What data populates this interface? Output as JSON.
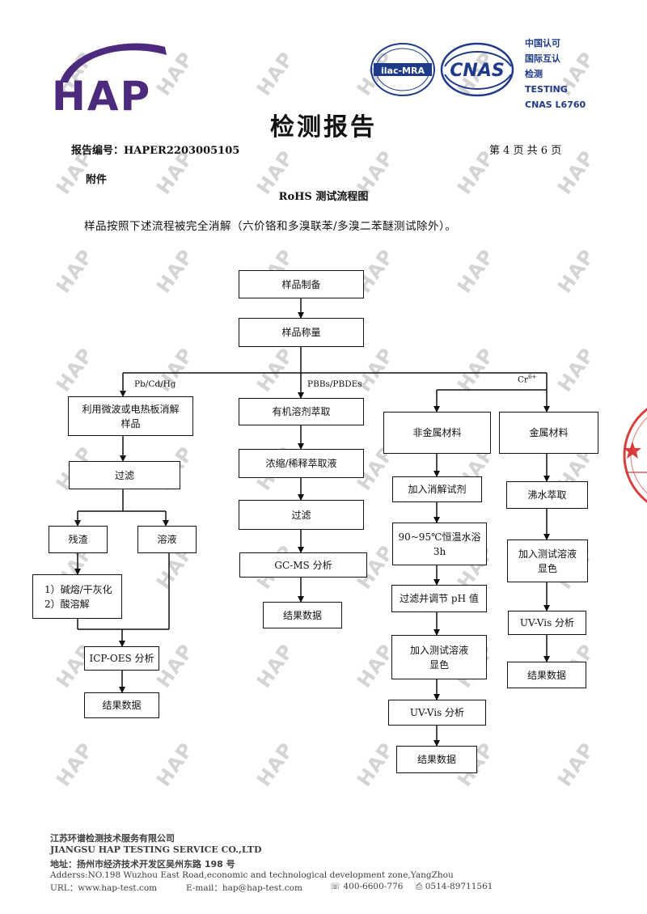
{
  "header": {
    "logo_text": "HAP",
    "cert_ilac": "ilac-MRA",
    "cert_cnas": "CNAS",
    "cert_lines": [
      "中国认可",
      "国际互认",
      "检测",
      "TESTING",
      "CNAS L6760"
    ],
    "watermark_text": "HAP"
  },
  "title": "检测报告",
  "report_no": "报告编号：HAPER2203005105",
  "page_no": "第 4 页 共 6 页",
  "attachment": "附件",
  "flow_title": "RoHS 测试流程图",
  "intro": "样品按照下述流程被完全消解（六价铬和多溴联苯/多溴二苯醚测试除外）。",
  "flowchart": {
    "sample_prep": "样品制备",
    "sample_weigh": "样品称量",
    "branch_labels": {
      "metals": "Pb/Cd/Hg",
      "brominated": "PBBs/PBDEs",
      "cr": "Cr",
      "cr_sup": "6+"
    },
    "pb": {
      "digest_line1": "利用微波或电热板消解",
      "digest_line2": "样品",
      "filter": "过滤",
      "residue": "残渣",
      "solution": "溶液",
      "residue_step1": "1）碱熔/干灰化",
      "residue_step2": "2）酸溶解",
      "analysis": "ICP-OES 分析",
      "result": "结果数据"
    },
    "pbb": {
      "extract": "有机溶剂萃取",
      "concentrate": "浓缩/稀释萃取液",
      "filter": "过滤",
      "analysis": "GC-MS 分析",
      "result": "结果数据"
    },
    "nonmetal": {
      "material": "非金属材料",
      "add_digest": "加入消解试剂",
      "bath_line1": "90~95℃恒温水浴",
      "bath_line2": "3h",
      "filter_ph": "过滤并调节 pH 值",
      "color_line1": "加入测试溶液",
      "color_line2": "显色",
      "analysis": "UV-Vis 分析",
      "result": "结果数据"
    },
    "metal": {
      "material": "金属材料",
      "boil": "沸水萃取",
      "color_line1": "加入测试溶液",
      "color_line2": "显色",
      "analysis": "UV-Vis 分析",
      "result": "结果数据"
    }
  },
  "footer": {
    "company": "江苏环谱检测技术服务有限公司",
    "company_en": "JIANGSU HAP TESTING SERVICE CO.,LTD",
    "address": "地址：扬州市经济技术开发区吴州东路 198 号",
    "address_en": "Adderss:NO.198 Wuzhou East Road,economic and technological development zone,YangZhou",
    "url": "URL：www.hap-test.com",
    "email": "E-mail：hap@hap-test.com",
    "tel": "400-6600-776",
    "fax": "0514-89711561"
  },
  "colors": {
    "logo_purple": "#4c2a7e",
    "cnas_blue": "#1e3a8a",
    "stamp_red": "#d11f1f",
    "watermark": "#d4d4d4"
  }
}
